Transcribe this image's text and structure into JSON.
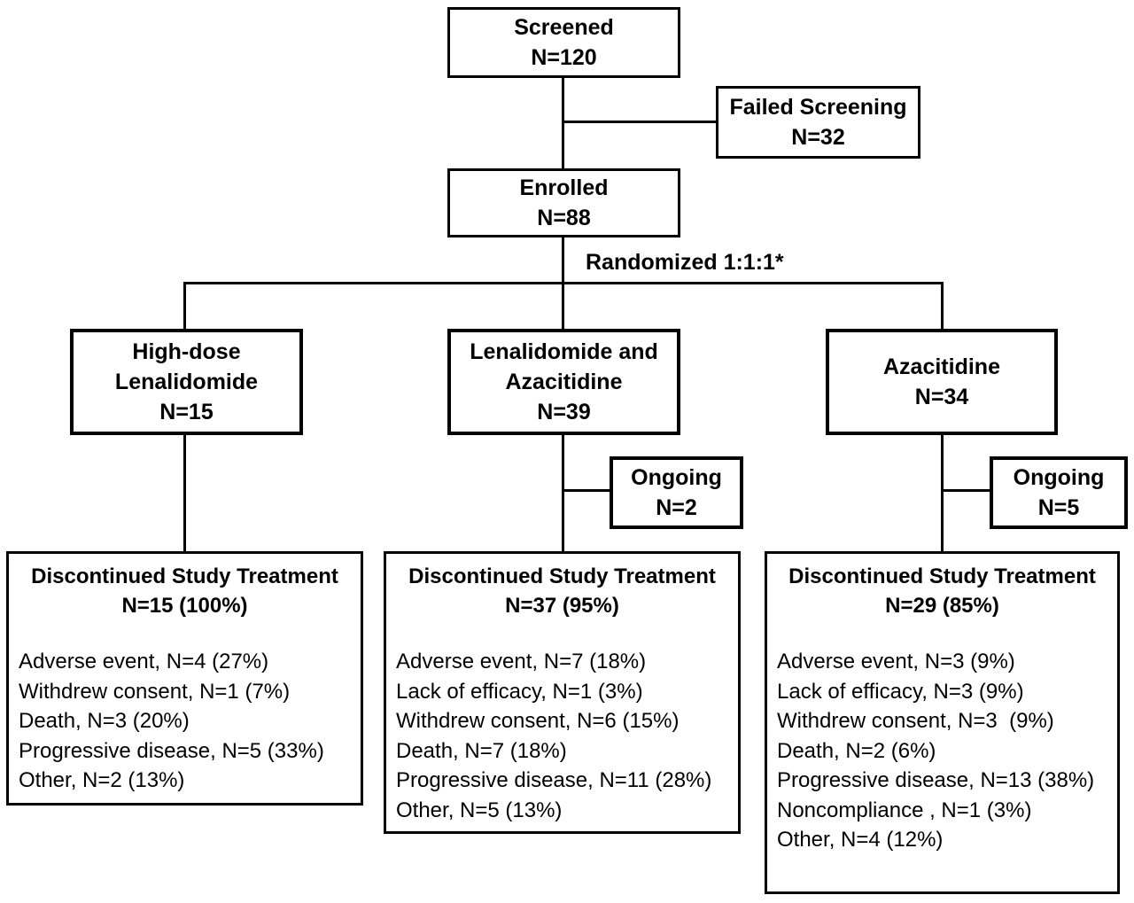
{
  "colors": {
    "background": "#ffffff",
    "border": "#000000",
    "text": "#000000"
  },
  "screened": {
    "line1": "Screened",
    "line2": "N=120"
  },
  "failed_screening": {
    "line1": "Failed Screening",
    "line2": "N=32"
  },
  "enrolled": {
    "line1": "Enrolled",
    "line2": "N=88"
  },
  "randomized_label": "Randomized 1:1:1*",
  "arms": {
    "high_dose": {
      "line1": "High-dose",
      "line2": "Lenalidomide",
      "line3": "N=15"
    },
    "len_aza": {
      "line1": "Lenalidomide and",
      "line2": "Azacitidine",
      "line3": "N=39"
    },
    "aza": {
      "line1": "Azacitidine",
      "line2": "N=34"
    }
  },
  "ongoing": {
    "len_aza": {
      "line1": "Ongoing",
      "line2": "N=2"
    },
    "aza": {
      "line1": "Ongoing",
      "line2": "N=5"
    }
  },
  "discontinued": {
    "high_dose": {
      "header1": "Discontinued Study Treatment",
      "header2": "N=15 (100%)",
      "items": [
        "Adverse event, N=4 (27%)",
        "Withdrew consent, N=1 (7%)",
        "Death, N=3 (20%)",
        "Progressive disease, N=5 (33%)",
        "Other, N=2 (13%)"
      ]
    },
    "len_aza": {
      "header1": "Discontinued Study Treatment",
      "header2": "N=37 (95%)",
      "items": [
        "Adverse event, N=7 (18%)",
        "Lack of efficacy, N=1 (3%)",
        "Withdrew consent, N=6 (15%)",
        "Death, N=7 (18%)",
        "Progressive disease, N=11 (28%)",
        "Other, N=5 (13%)"
      ]
    },
    "aza": {
      "header1": "Discontinued Study Treatment",
      "header2": "N=29 (85%)",
      "items": [
        "Adverse event, N=3 (9%)",
        "Lack of efficacy, N=3 (9%)",
        "Withdrew consent, N=3  (9%)",
        "Death, N=2 (6%)",
        "Progressive disease, N=13 (38%)",
        "Noncompliance , N=1 (3%)",
        "Other, N=4 (12%)"
      ]
    }
  }
}
